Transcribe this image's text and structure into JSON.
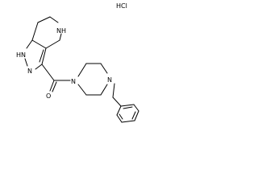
{
  "structure": {
    "salt": "HCl",
    "atoms": {
      "pyrazole_nh": "HN",
      "pyrazole_n": "N",
      "piperidine_nh": "NH",
      "carbonyl_o": "O",
      "piperazine_n1": "N",
      "piperazine_n4": "N"
    }
  }
}
